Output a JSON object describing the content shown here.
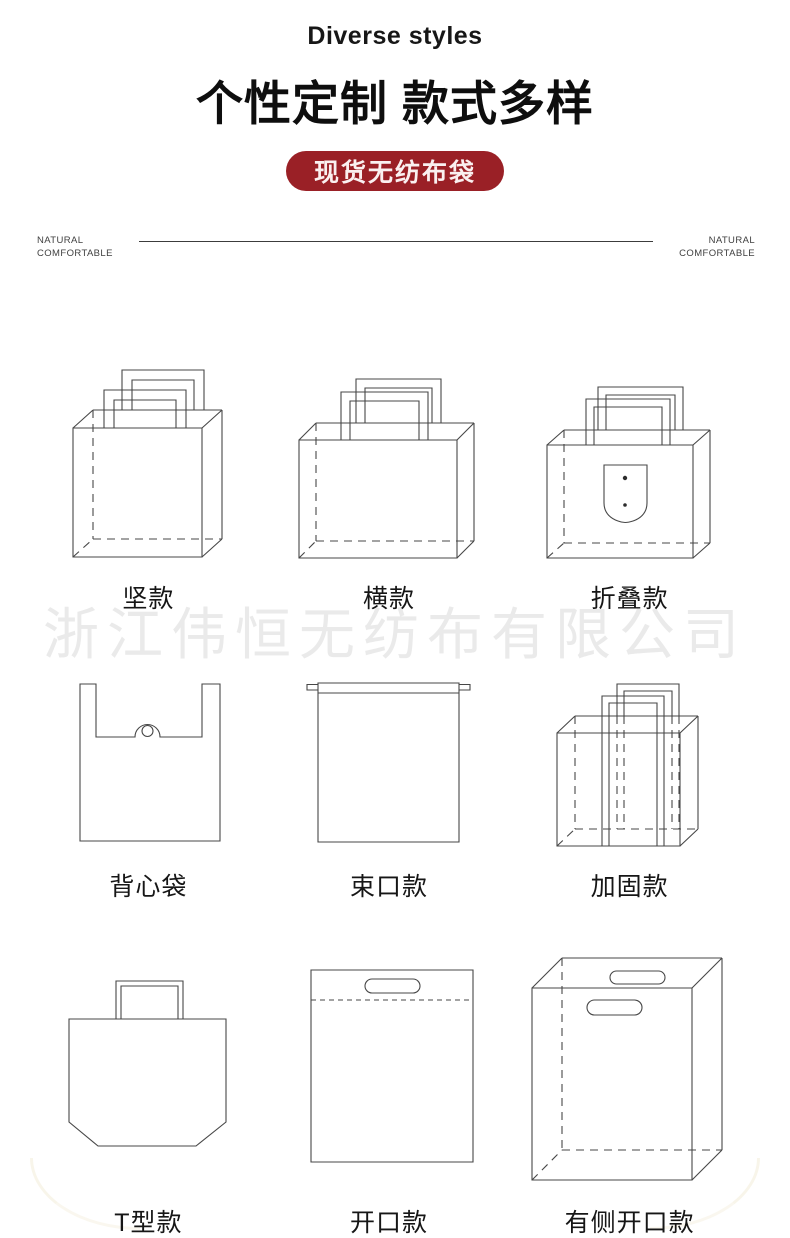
{
  "meta": {
    "accent_color": "#9a2026",
    "drawing_line_color": "#474747",
    "watermark_color": "#eaeaea"
  },
  "header": {
    "subtitle": "Diverse styles",
    "title": "个性定制 款式多样",
    "badge_label": "现货无纺布袋"
  },
  "divider": {
    "left": {
      "line1": "NATURAL",
      "line2": "COMFORTABLE"
    },
    "right": {
      "line1": "NATURAL",
      "line2": "COMFORTABLE"
    }
  },
  "watermark": "浙江伟恒无纺布有限公司",
  "styles": {
    "items": [
      {
        "label": "坚款",
        "drawing": "vertical-tote-3d"
      },
      {
        "label": "横款",
        "drawing": "horizontal-tote-3d"
      },
      {
        "label": "折叠款",
        "drawing": "foldable-tote-3d"
      },
      {
        "label": "背心袋",
        "drawing": "vest-bag-flat"
      },
      {
        "label": "束口款",
        "drawing": "drawstring-bag-flat"
      },
      {
        "label": "加固款",
        "drawing": "reinforced-tote-3d"
      },
      {
        "label": "T型款",
        "drawing": "t-shape-bag-flat"
      },
      {
        "label": "开口款",
        "drawing": "die-cut-bag-flat"
      },
      {
        "label": "有侧开口款",
        "drawing": "side-open-box-3d"
      }
    ]
  }
}
